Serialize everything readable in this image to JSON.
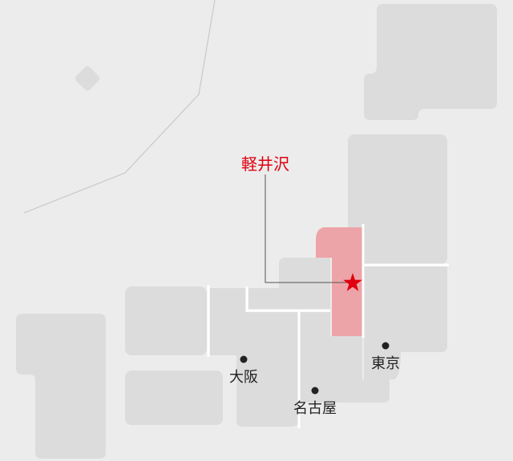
{
  "map": {
    "highlight_color": "#e0000f",
    "highlight_fill": "#eda4a8",
    "land_color": "#dcdcdc",
    "sea_color": "#ececec"
  },
  "target": {
    "name": "軽井沢",
    "marker": "star-icon"
  },
  "cities": [
    {
      "id": "tokyo",
      "name": "東京",
      "marker": "dot"
    },
    {
      "id": "osaka",
      "name": "大阪",
      "marker": "dot"
    },
    {
      "id": "nagoya",
      "name": "名古屋",
      "marker": "dot"
    }
  ]
}
